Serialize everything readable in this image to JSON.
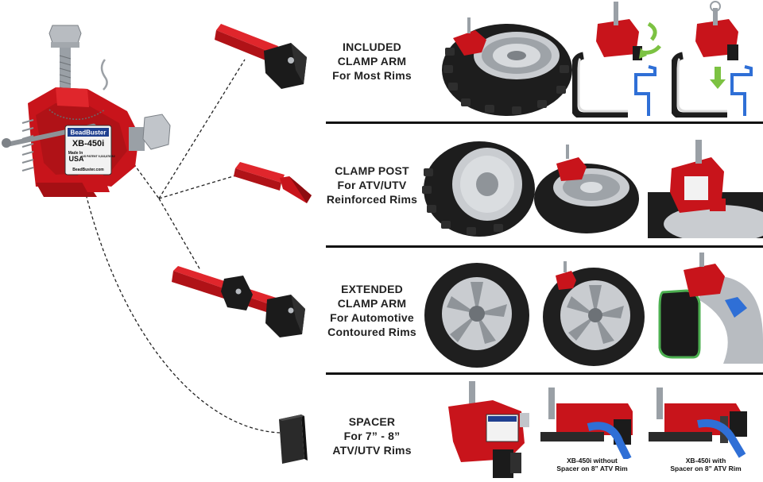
{
  "tool": {
    "brand": "BeadBuster",
    "model": "XB-450i",
    "made_in_label": "Made In",
    "country": "USA",
    "patent": "US PATENT 9,333,878 B2",
    "site": "BeadBuster.com"
  },
  "rows": [
    {
      "lines": [
        "INCLUDED",
        "CLAMP ARM",
        "For Most Rims"
      ]
    },
    {
      "lines": [
        "CLAMP POST",
        "For ATV/UTV",
        "Reinforced Rims"
      ]
    },
    {
      "lines": [
        "EXTENDED",
        "CLAMP ARM",
        "For Automotive",
        "Contoured Rims"
      ]
    },
    {
      "lines": [
        "SPACER",
        "For 7” - 8”",
        "ATV/UTV Rims"
      ]
    }
  ],
  "spacer_captions": [
    {
      "lines": [
        "XB-450i without",
        "Spacer on 8” ATV Rim"
      ]
    },
    {
      "lines": [
        "XB-450i with",
        "Spacer on 8” ATV Rim"
      ]
    }
  ],
  "colors": {
    "tool_red": "#c8141b",
    "tool_red_dark": "#8e0c10",
    "rubber_black": "#1d1d1d",
    "rim_silver": "#c9ccd0",
    "rim_blue": "#2f6fd6",
    "arrow_green": "#7cc242",
    "divider": "#111111"
  },
  "icons": [
    "main-tool-illustration",
    "clamp-arm-part",
    "clamp-post-part",
    "extended-clamp-arm-part",
    "spacer-part"
  ]
}
